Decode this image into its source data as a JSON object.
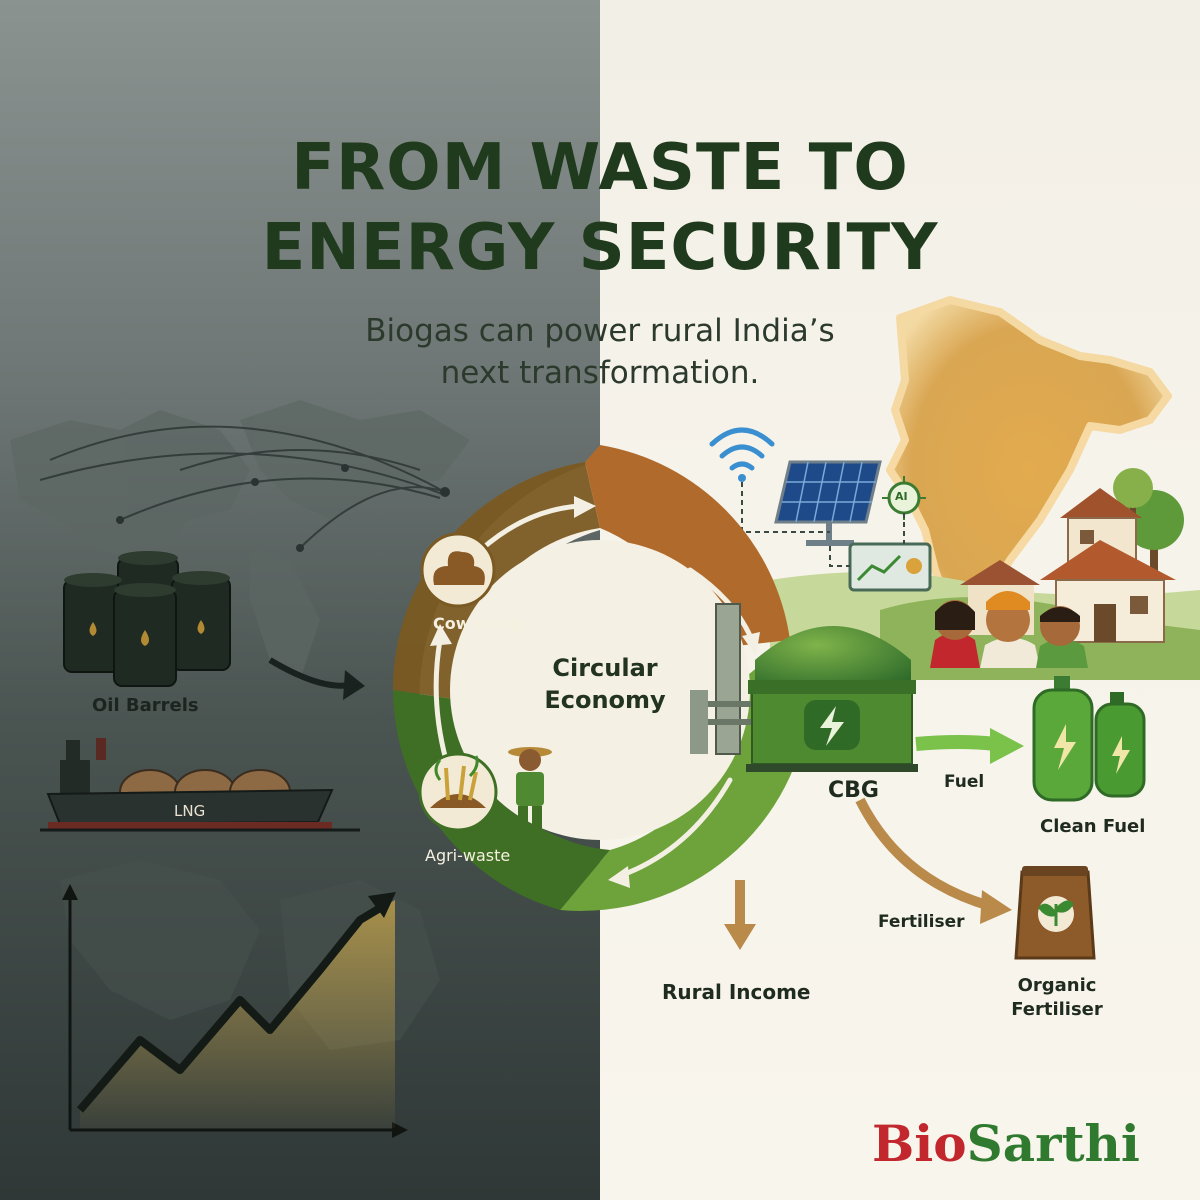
{
  "title_line1": "FROM WASTE TO",
  "title_line2": "ENERGY SECURITY",
  "subtitle_line1": "Biogas can power rural India’s",
  "subtitle_line2": "next transformation.",
  "left": {
    "oil_barrels": "Oil Barrels",
    "lng": "LNG"
  },
  "cycle": {
    "center_line1": "Circular",
    "center_line2": "Economy",
    "cow_dung": "Cow dung",
    "agri_waste": "Agri-waste"
  },
  "plant": {
    "cbg": "CBG",
    "ai": "AI"
  },
  "outputs": {
    "fuel_arrow": "Fuel",
    "clean_fuel": "Clean Fuel",
    "fertiliser_arrow": "Fertiliser",
    "organic_fertiliser_line1": "Organic",
    "organic_fertiliser_line2": "Fertiliser",
    "rural_income": "Rural Income"
  },
  "brand": {
    "part1": "Bio",
    "part2": "Sarthi"
  },
  "colors": {
    "title": "#1f3a1c",
    "brand_red": "#c2272d",
    "brand_green": "#2f7a2e",
    "cycle_brown": "#7a5a22",
    "cycle_orange": "#b06a2c",
    "cycle_green": "#4e8b2f"
  }
}
